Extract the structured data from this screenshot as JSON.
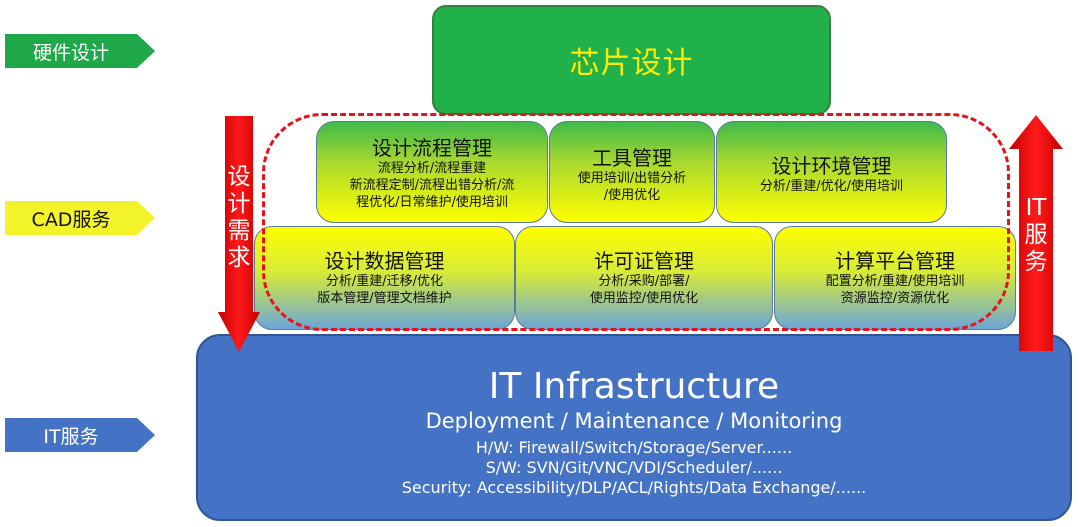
{
  "left_tags": {
    "hardware": "硬件设计",
    "cad": "CAD服务",
    "it": "IT服务"
  },
  "chip_design": "芯片设计",
  "cad_boxes": [
    {
      "title": "设计流程管理",
      "lines": [
        "流程分析/流程重建",
        "新流程定制/流程出错分析/流",
        "程优化/日常维护/使用培训"
      ]
    },
    {
      "title": "工具管理",
      "lines": [
        "使用培训/出错分析",
        "/使用优化"
      ]
    },
    {
      "title": "设计环境管理",
      "lines": [
        "分析/重建/优化/使用培训"
      ]
    },
    {
      "title": "设计数据管理",
      "lines": [
        "分析/重建/迁移/优化",
        "版本管理/管理文档维护"
      ]
    },
    {
      "title": "许可证管理",
      "lines": [
        "分析/采购/部署/",
        "使用监控/使用优化"
      ]
    },
    {
      "title": "计算平台管理",
      "lines": [
        "配置分析/重建/使用培训",
        "资源监控/资源优化"
      ]
    }
  ],
  "down_arrow_label": [
    "设",
    "计",
    "需",
    "求"
  ],
  "up_arrow_label": [
    "IT",
    "服",
    "务"
  ],
  "infrastructure": {
    "title": "IT Infrastructure",
    "subtitle": "Deployment / Maintenance / Monitoring",
    "hw": "H/W: Firewall/Switch/Storage/Server......",
    "sw": "S/W: SVN/Git/VNC/VDI/Scheduler/......",
    "security": "Security: Accessibility/DLP/ACL/Rights/Data Exchange/......"
  },
  "colors": {
    "green": "#21b14a",
    "yellow": "#ffff00",
    "blue": "#4472c4",
    "red": "#e8121b"
  }
}
